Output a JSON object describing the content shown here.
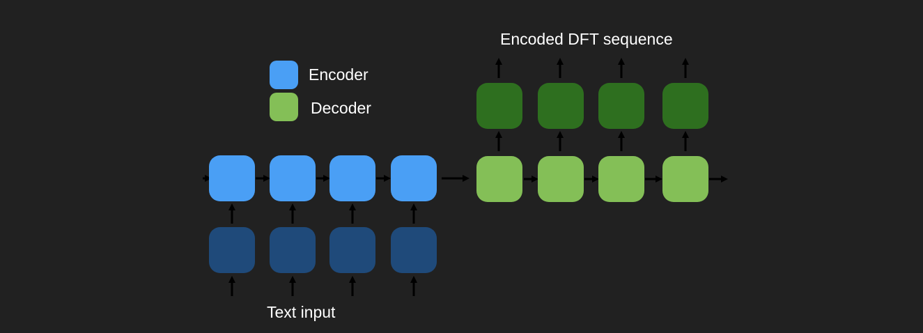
{
  "title": "Encoded DFT sequence",
  "bottom_label": "Text input",
  "legend": {
    "encoder_label": "Encoder",
    "decoder_label": "Decoder"
  },
  "colors": {
    "background": "#212121",
    "encoder": "#4a9ff5",
    "encoder_input": "#1f4a7a",
    "decoder": "#84bf57",
    "decoder_output": "#2e6f1f",
    "arrow": "#000000"
  }
}
